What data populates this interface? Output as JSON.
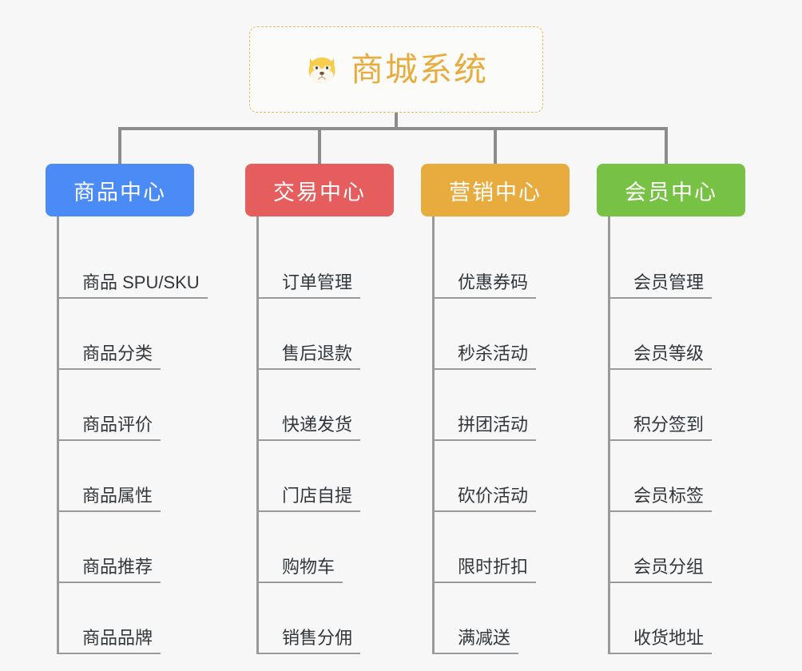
{
  "root": {
    "title": "商城系统",
    "icon": "shiba-inu-emoji",
    "border_color": "#e8b85c",
    "text_color": "#e8ac3e"
  },
  "connector_color": "#8c8c8c",
  "columns": [
    {
      "id": "product-center",
      "label": "商品中心",
      "color": "#4a8bf5",
      "items": [
        "商品 SPU/SKU",
        "商品分类",
        "商品评价",
        "商品属性",
        "商品推荐",
        "商品品牌"
      ]
    },
    {
      "id": "trade-center",
      "label": "交易中心",
      "color": "#e55d5d",
      "items": [
        "订单管理",
        "售后退款",
        "快递发货",
        "门店自提",
        "购物车",
        "销售分佣"
      ]
    },
    {
      "id": "marketing-center",
      "label": "营销中心",
      "color": "#e8ac3e",
      "items": [
        "优惠券码",
        "秒杀活动",
        "拼团活动",
        "砍价活动",
        "限时折扣",
        "满减送"
      ]
    },
    {
      "id": "member-center",
      "label": "会员中心",
      "color": "#77c244",
      "items": [
        "会员管理",
        "会员等级",
        "积分签到",
        "会员标签",
        "会员分组",
        "收货地址"
      ]
    }
  ]
}
